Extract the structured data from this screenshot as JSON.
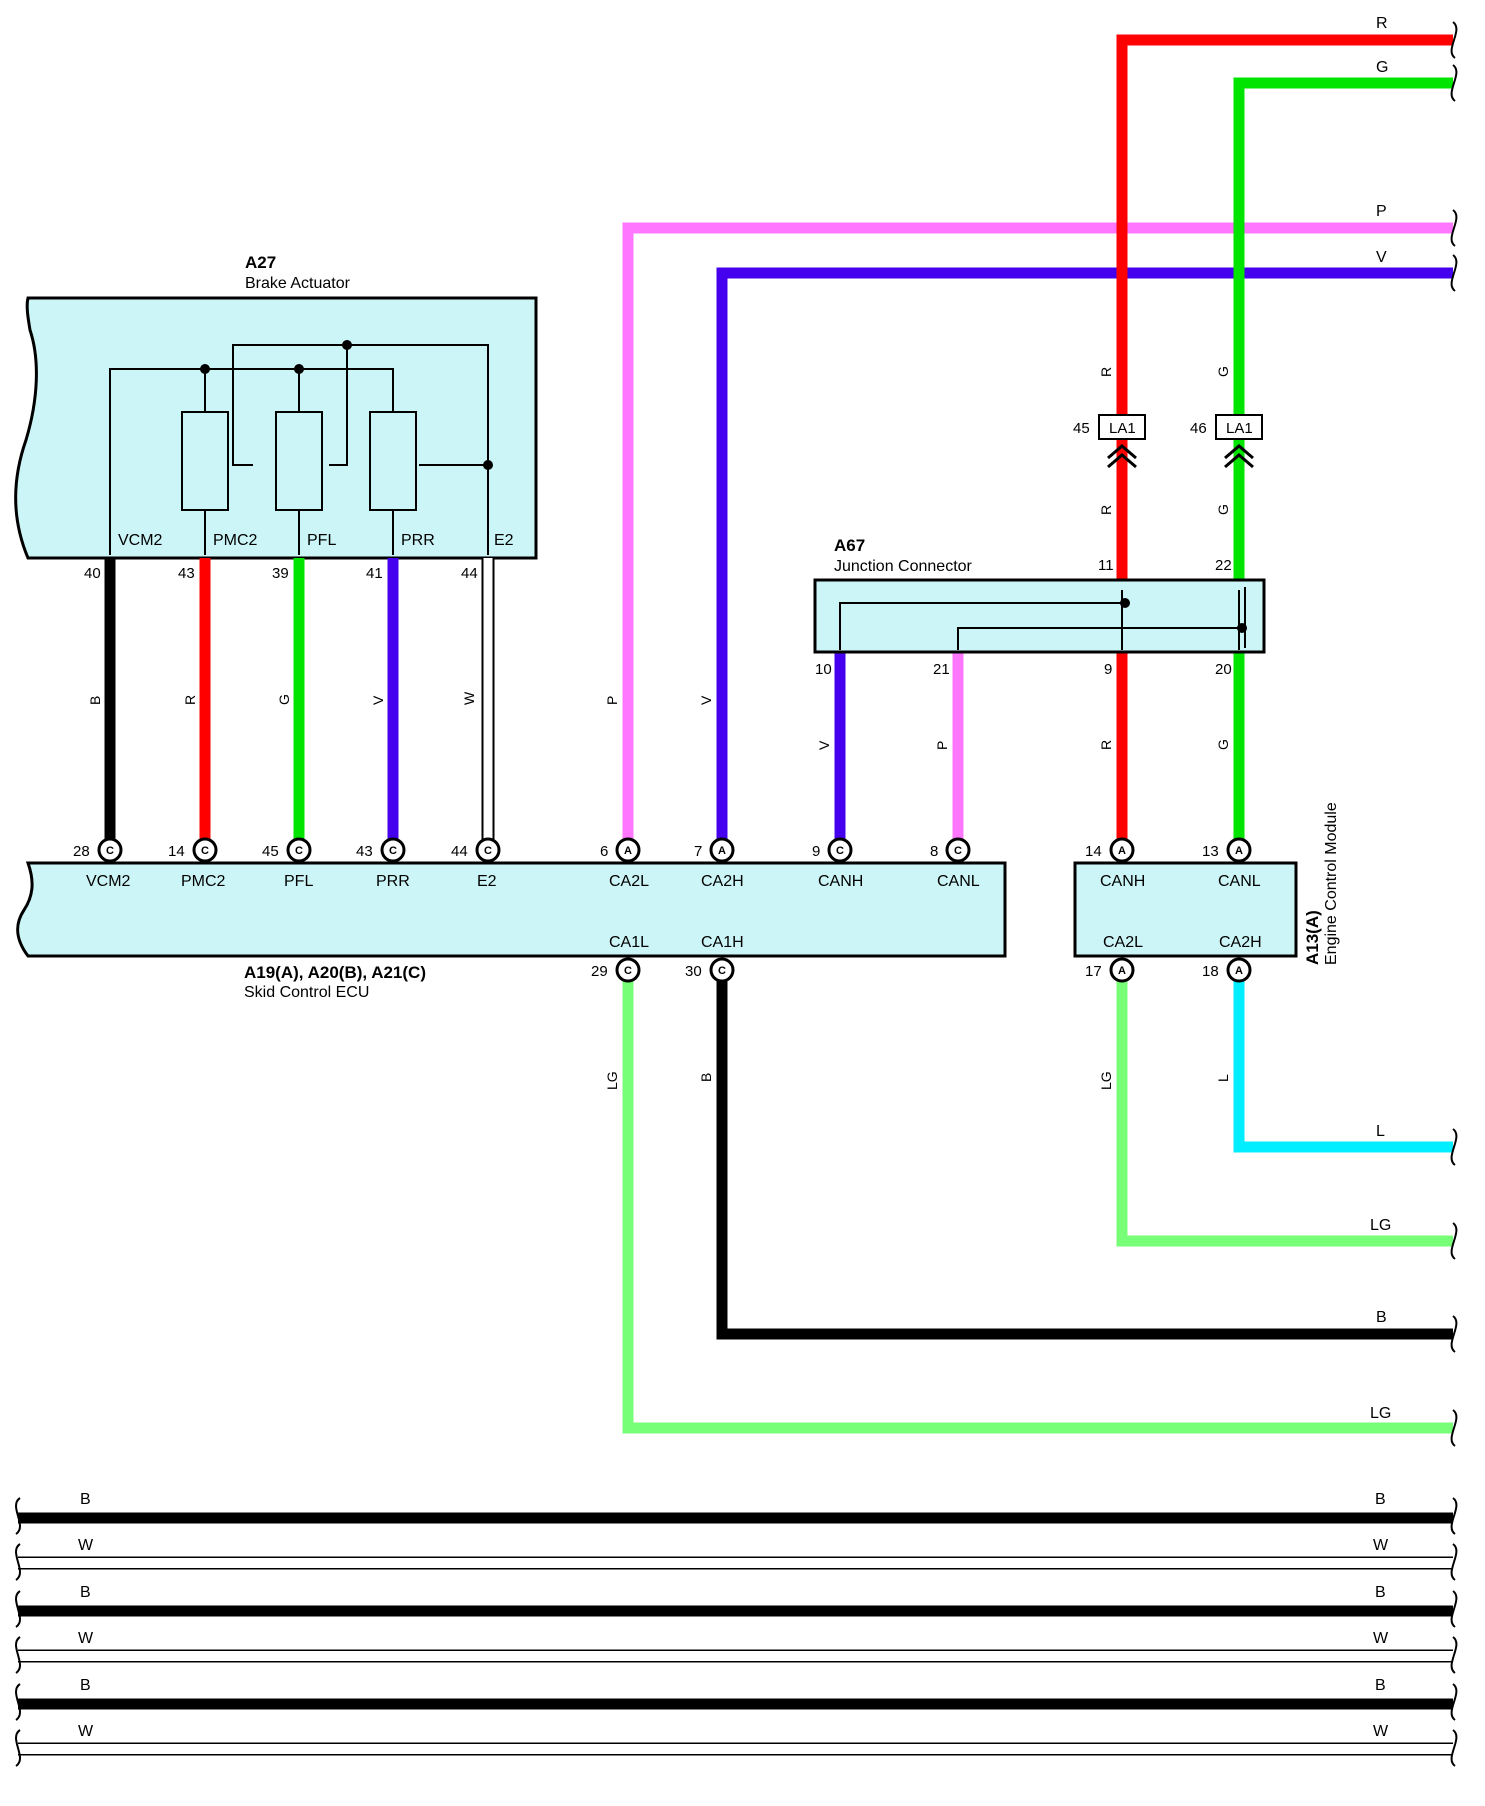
{
  "colors": {
    "R": "#ff0000",
    "G": "#00e400",
    "P": "#ff77ff",
    "V": "#4400ee",
    "B": "#000000",
    "LG": "#77ff77",
    "L": "#00eeff",
    "W": "#ffffff",
    "box_fill": "#ccf5f7"
  },
  "components": {
    "brake_actuator": {
      "id": "A27",
      "name": "Brake Actuator",
      "terminals": [
        "VCM2",
        "PMC2",
        "PFL",
        "PRR",
        "E2"
      ]
    },
    "junction_connector": {
      "id": "A67",
      "name": "Junction Connector"
    },
    "skid_ecu": {
      "id": "A19(A), A20(B), A21(C)",
      "name": "Skid Control ECU",
      "top_terminals": [
        "VCM2",
        "PMC2",
        "PFL",
        "PRR",
        "E2",
        "CA2L",
        "CA2H",
        "CANH",
        "CANL"
      ],
      "bottom_terminals": [
        "CA1L",
        "CA1H"
      ]
    },
    "ecm": {
      "id": "A13(A)",
      "name": "Engine Control Module",
      "top_terminals": [
        "CANH",
        "CANL"
      ],
      "bottom_terminals": [
        "CA2L",
        "CA2H"
      ]
    }
  },
  "connections": [
    {
      "color": "B",
      "from": "A27-40 VCM2",
      "to": "C28 VCM2"
    },
    {
      "color": "R",
      "from": "A27-43 PMC2",
      "to": "C14 PMC2"
    },
    {
      "color": "G",
      "from": "A27-39 PFL",
      "to": "C45 PFL"
    },
    {
      "color": "V",
      "from": "A27-41 PRR",
      "to": "C43 PRR"
    },
    {
      "color": "W",
      "from": "A27-44 E2",
      "to": "C44 E2"
    },
    {
      "color": "P",
      "from": "A6 CA2L",
      "to": "off-page P"
    },
    {
      "color": "V",
      "from": "A7 CA2H",
      "to": "off-page V"
    },
    {
      "color": "V",
      "from": "A67-10",
      "to": "C9 CANH"
    },
    {
      "color": "P",
      "from": "A67-21",
      "to": "C8 CANL"
    },
    {
      "color": "R",
      "from": "A67-9",
      "to": "A14 CANH"
    },
    {
      "color": "G",
      "from": "A67-20",
      "to": "A13 CANL"
    },
    {
      "color": "R",
      "from": "A67-11",
      "to": "LA1-45 → off-page R"
    },
    {
      "color": "G",
      "from": "A67-22",
      "to": "LA1-46 → off-page G"
    },
    {
      "color": "LG",
      "from": "C29 CA1L",
      "to": "off-page LG"
    },
    {
      "color": "B",
      "from": "C30 CA1H",
      "to": "off-page B"
    },
    {
      "color": "LG",
      "from": "A17 CA2L",
      "to": "off-page LG"
    },
    {
      "color": "L",
      "from": "A18 CA2H",
      "to": "off-page L"
    }
  ],
  "labels": {
    "a27_pins": [
      "40",
      "43",
      "39",
      "41",
      "44"
    ],
    "ecu_pins": [
      {
        "num": "28",
        "conn": "C"
      },
      {
        "num": "14",
        "conn": "C"
      },
      {
        "num": "45",
        "conn": "C"
      },
      {
        "num": "43",
        "conn": "C"
      },
      {
        "num": "44",
        "conn": "C"
      },
      {
        "num": "6",
        "conn": "A"
      },
      {
        "num": "7",
        "conn": "A"
      },
      {
        "num": "9",
        "conn": "C"
      },
      {
        "num": "8",
        "conn": "C"
      },
      {
        "num": "29",
        "conn": "C"
      },
      {
        "num": "30",
        "conn": "C"
      }
    ],
    "ecm_pins": [
      {
        "num": "14",
        "conn": "A"
      },
      {
        "num": "13",
        "conn": "A"
      },
      {
        "num": "17",
        "conn": "A"
      },
      {
        "num": "18",
        "conn": "A"
      }
    ],
    "junction_pins": [
      "11",
      "22",
      "10",
      "21",
      "9",
      "20"
    ],
    "inline_connector": {
      "name": "LA1",
      "pins": [
        "45",
        "46"
      ]
    },
    "wire_codes": {
      "a27_wires": [
        "B",
        "R",
        "G",
        "V",
        "W"
      ],
      "p_wire": "P",
      "v_wire": "V",
      "jv": "V",
      "jp": "P",
      "upper_r": [
        "R",
        "R"
      ],
      "upper_g": [
        "G",
        "G"
      ],
      "lower_r": "R",
      "lower_g": "G",
      "ca1l": "LG",
      "ca1h": "B",
      "ca2l": "LG",
      "ca2h": "L"
    },
    "offpage": [
      "R",
      "G",
      "P",
      "V",
      "L",
      "LG",
      "B",
      "LG"
    ],
    "bus_wires": [
      "B",
      "W",
      "B",
      "W",
      "B",
      "W"
    ]
  }
}
